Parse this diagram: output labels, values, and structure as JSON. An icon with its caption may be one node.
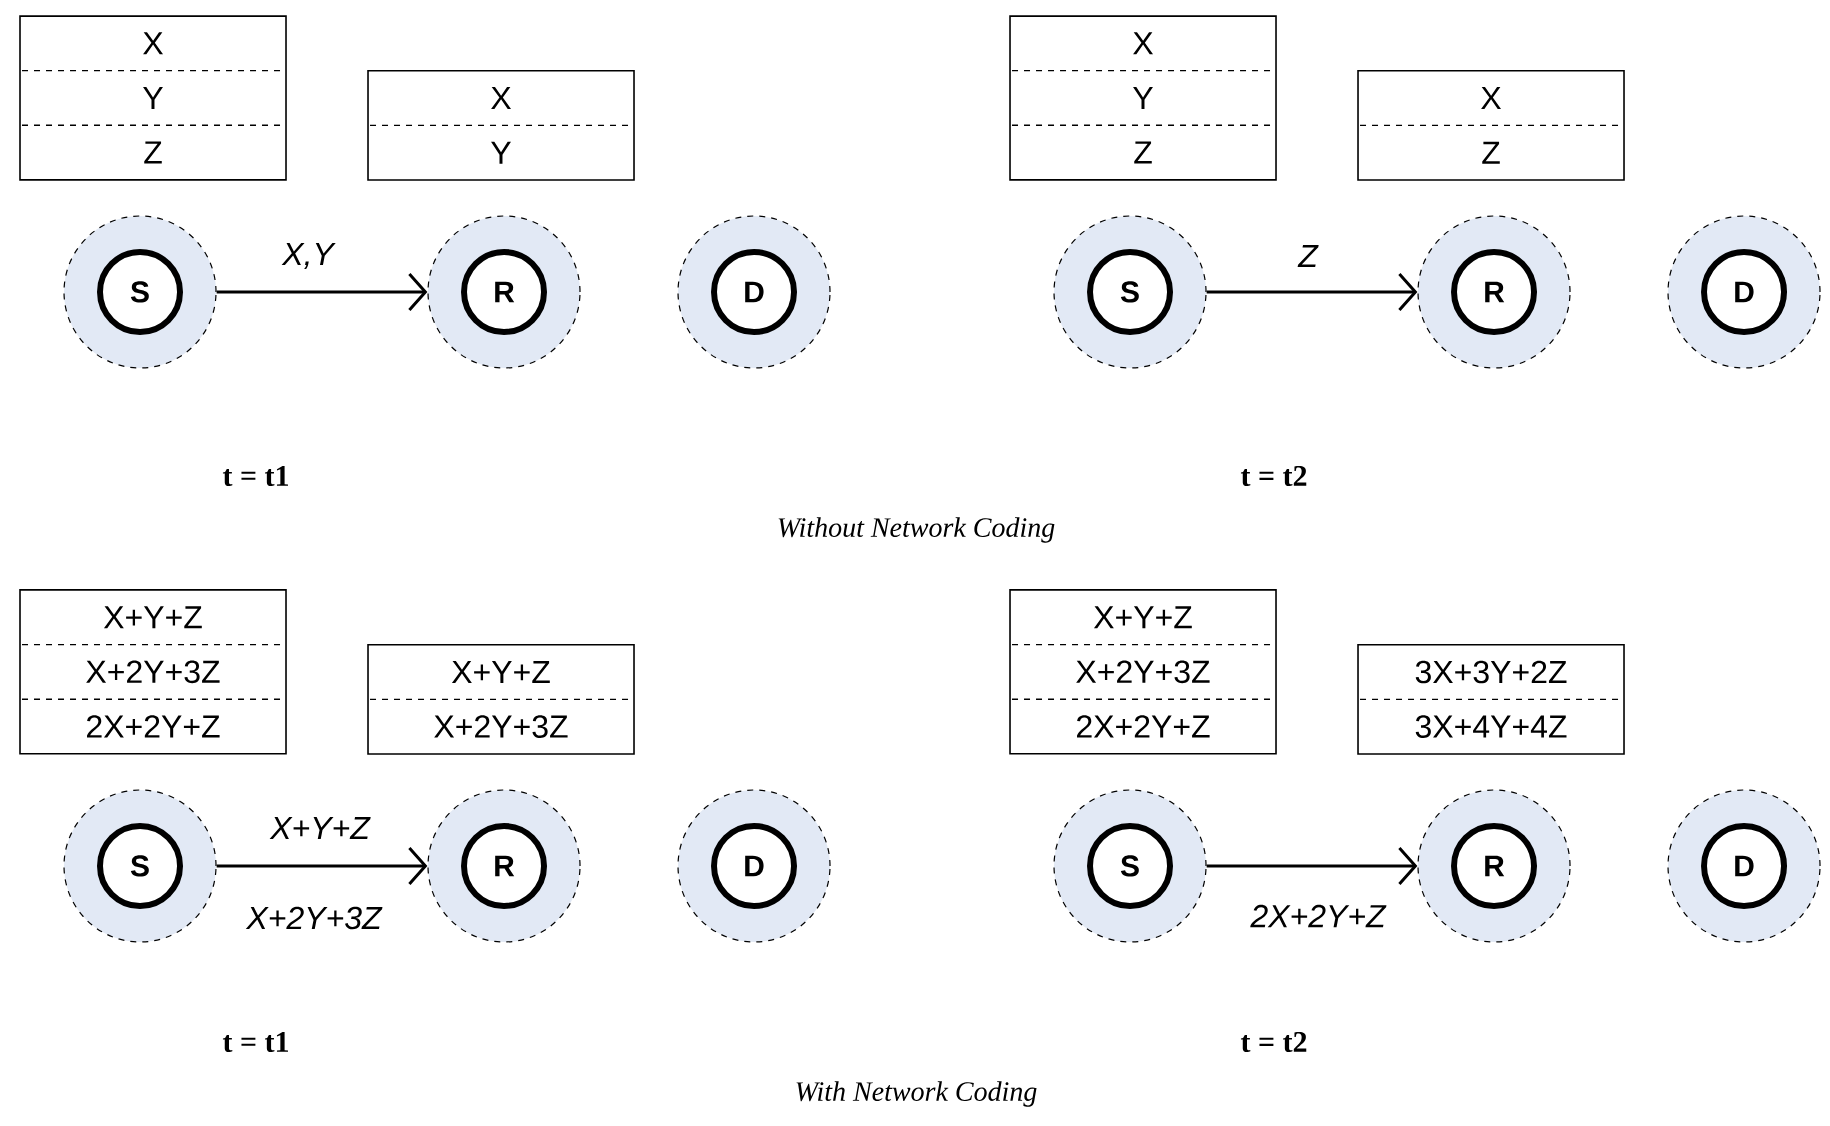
{
  "diagram": {
    "nodes": [
      {
        "text": [
          "X",
          "Y",
          "Z"
        ]
      },
      {
        "text": [
          "X",
          "Y"
        ]
      },
      {
        "text": [
          "S"
        ]
      },
      {
        "text": [
          "R"
        ]
      },
      {
        "text": [
          "D"
        ]
      },
      {
        "text": [
          "X",
          "Y",
          "Z"
        ]
      },
      {
        "text": [
          "X",
          "Z"
        ]
      },
      {
        "text": [
          "S"
        ]
      },
      {
        "text": [
          "R"
        ]
      },
      {
        "text": [
          "D"
        ]
      },
      {
        "text": [
          "X+Y+Z",
          "X+2Y+3Z",
          "2X+2Y+Z"
        ]
      },
      {
        "text": [
          "X+Y+Z",
          "X+2Y+3Z"
        ]
      },
      {
        "text": [
          "S"
        ]
      },
      {
        "text": [
          "R"
        ]
      },
      {
        "text": [
          "D"
        ]
      },
      {
        "text": [
          "X+Y+Z",
          "X+2Y+3Z",
          "2X+2Y+Z"
        ]
      },
      {
        "text": [
          "3X+3Y+2Z",
          "3X+4Y+4Z"
        ]
      },
      {
        "text": [
          "S"
        ]
      },
      {
        "text": [
          "R"
        ]
      },
      {
        "text": [
          "D"
        ]
      }
    ],
    "edges": [
      {
        "from": 2,
        "to": 3,
        "arrow": "to",
        "label": "X,Y"
      },
      {
        "from": 7,
        "to": 8,
        "arrow": "to",
        "label": "Z"
      },
      {
        "from": 12,
        "to": 13,
        "arrow": "to",
        "label": "X+Y+Z"
      },
      {
        "from": 17,
        "to": 18,
        "arrow": "to",
        "label": "2X+2Y+Z"
      }
    ],
    "labels": [
      "t = t1",
      "t = t2",
      "Without Network Coding",
      "X+2Y+3Z",
      "t = t1",
      "t = t2",
      "With Network Coding"
    ]
  }
}
